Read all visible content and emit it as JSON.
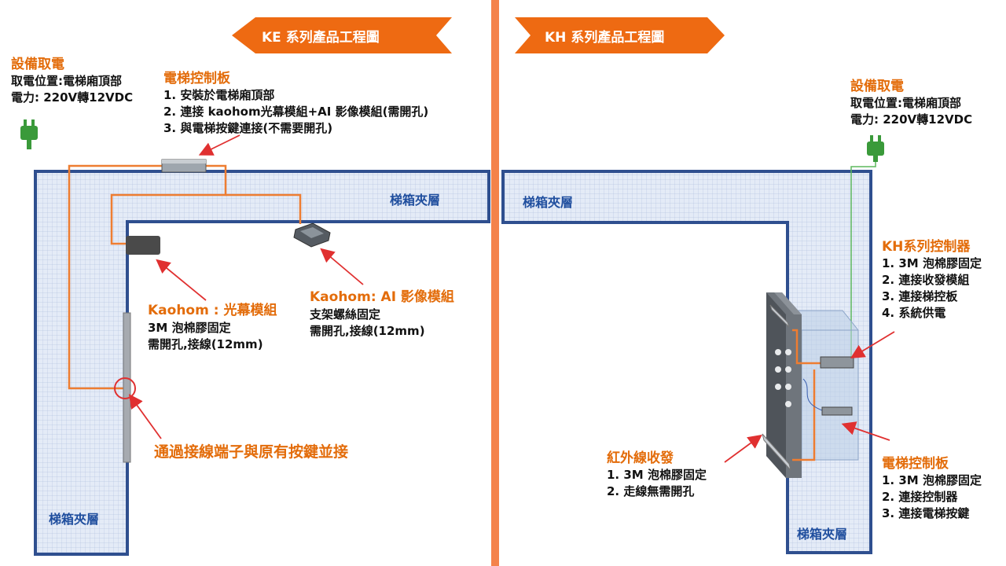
{
  "colors": {
    "orange": "#e36c0a",
    "divider": "#f4824a",
    "frame": "#2f4f8f",
    "grid_fill": "#dfe7f5",
    "arrow": "#e03030",
    "power_green": "#3a9a3a"
  },
  "left": {
    "banner": "KE 系列產品工程圖",
    "power": {
      "title": "設備取電",
      "lines": [
        "取電位置:電梯廂頂部",
        "電力: 220V轉12VDC"
      ],
      "icon": "power-plug-icon"
    },
    "controller": {
      "title": "電梯控制板",
      "lines": [
        "1. 安裝於電梯廂頂部",
        "2. 連接 kaohom光幕模組+AI 影像模組(需開孔)",
        "3. 與電梯按鍵連接(不需要開孔)"
      ]
    },
    "frame_label_top": "梯箱夾層",
    "frame_label_bottom": "梯箱夾層",
    "light_curtain": {
      "title": "Kaohom : 光幕模組",
      "lines": [
        "3M 泡棉膠固定",
        "需開孔,接線(12mm)"
      ]
    },
    "ai_module": {
      "title": "Kaohom: AI 影像模組",
      "lines": [
        "支架螺絲固定",
        "需開孔,接線(12mm)"
      ]
    },
    "terminal_note": "通過接線端子與原有按鍵並接"
  },
  "right": {
    "banner": "KH 系列產品工程圖",
    "power": {
      "title": "設備取電",
      "lines": [
        "取電位置:電梯廂頂部",
        "電力: 220V轉12VDC"
      ],
      "icon": "power-plug-icon"
    },
    "frame_label_top": "梯箱夾層",
    "frame_label_bottom": "梯箱夾層",
    "kh_controller": {
      "title": "KH系列控制器",
      "lines": [
        "1. 3M 泡棉膠固定",
        "2. 連接收發模組",
        "3. 連接梯控板",
        "4. 系統供電"
      ]
    },
    "elevator_board": {
      "title": "電梯控制板",
      "lines": [
        "1. 3M 泡棉膠固定",
        "2. 連接控制器",
        "3. 連接電梯按鍵"
      ]
    },
    "infrared": {
      "title": "紅外線收發",
      "lines": [
        "1. 3M 泡棉膠固定",
        "2. 走線無需開孔"
      ]
    }
  }
}
